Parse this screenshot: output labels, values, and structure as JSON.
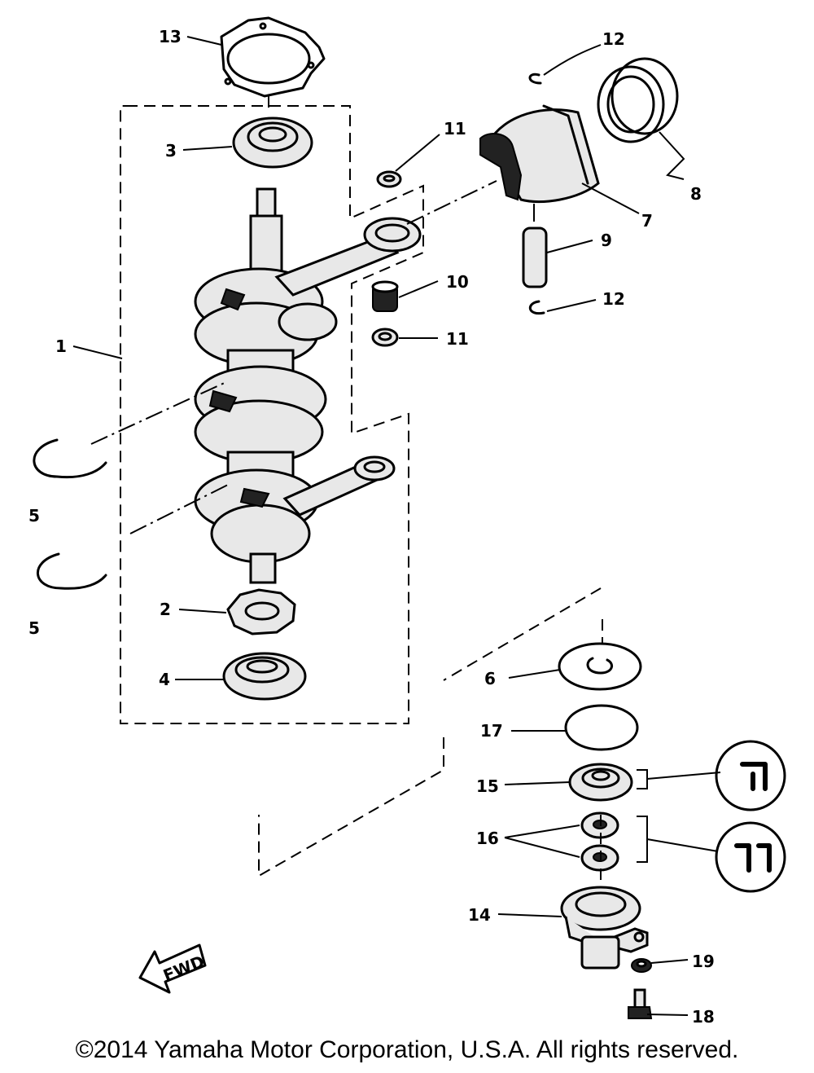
{
  "diagram": {
    "callouts": {
      "c1": "1",
      "c2": "2",
      "c3": "3",
      "c4": "4",
      "c5a": "5",
      "c5b": "5",
      "c6": "6",
      "c7": "7",
      "c8": "8",
      "c9": "9",
      "c10": "10",
      "c11a": "11",
      "c11b": "11",
      "c12a": "12",
      "c12b": "12",
      "c13": "13",
      "c14": "14",
      "c15": "15",
      "c16": "16",
      "c17": "17",
      "c18": "18",
      "c19": "19"
    },
    "fwd_label": "FWD"
  },
  "footer": {
    "copyright": "©2014 Yamaha Motor Corporation, U.S.A. All rights reserved."
  }
}
